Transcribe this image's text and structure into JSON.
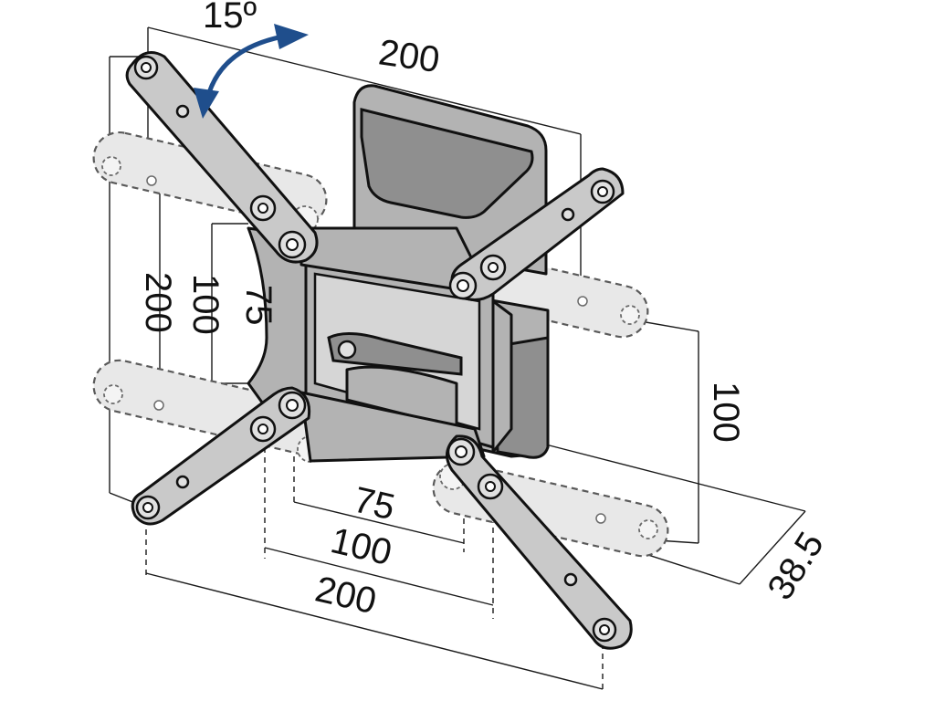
{
  "labels": {
    "tilt_angle": "15º",
    "top_width": "200",
    "left_outer_height": "200",
    "left_middle_height": "100",
    "left_inner_height": "75",
    "right_height": "100",
    "bottom_inner_width": "75",
    "bottom_middle_width": "100",
    "bottom_outer_width": "200",
    "wall_distance": "38.5"
  },
  "colors": {
    "arrow": "#1f4e8c",
    "lines": "#1a1a1a",
    "metal": "#c9c9c9",
    "background": "#ffffff"
  }
}
